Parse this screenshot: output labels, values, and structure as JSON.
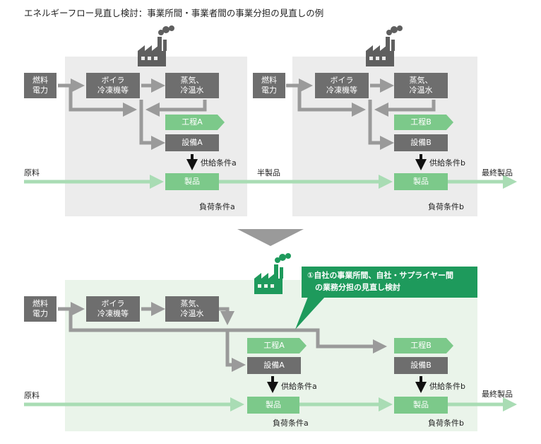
{
  "title": "エネルギーフロー見直し検討：事業所間・事業者間の事業分担の見直しの例",
  "before": {
    "left": {
      "fuel": [
        "燃料",
        "電力"
      ],
      "boiler": [
        "ボイラ",
        "冷凍機等"
      ],
      "steam": [
        "蒸気、",
        "冷温水"
      ],
      "process": "工程A",
      "equipment": "設備A",
      "supply": "供給条件a",
      "product": "製品",
      "load": "負荷条件a"
    },
    "right": {
      "fuel": [
        "燃料",
        "電力"
      ],
      "boiler": [
        "ボイラ",
        "冷凍機等"
      ],
      "steam": [
        "蒸気、",
        "冷温水"
      ],
      "process": "工程B",
      "equipment": "設備B",
      "supply": "供給条件b",
      "product": "製品",
      "load": "負荷条件b"
    },
    "raw": "原料",
    "semi": "半製品",
    "final": "最終製品"
  },
  "after": {
    "fuel": [
      "燃料",
      "電力"
    ],
    "boiler": [
      "ボイラ",
      "冷凍機等"
    ],
    "steam": [
      "蒸気、",
      "冷温水"
    ],
    "process_a": "工程A",
    "equipment_a": "設備A",
    "supply_a": "供給条件a",
    "product_a": "製品",
    "load_a": "負荷条件a",
    "process_b": "工程B",
    "equipment_b": "設備B",
    "supply_b": "供給条件b",
    "product_b": "製品",
    "load_b": "負荷条件b",
    "raw": "原料",
    "final": "最終製品",
    "callout": [
      "①自社の事業所間、自社・サプライヤー間",
      "　の業務分担の見直し検討"
    ]
  },
  "colors": {
    "panel_gray": "#ececec",
    "panel_green": "#eaf4ea",
    "box_dark": "#6e6e6e",
    "box_green": "#7cc98a",
    "arrow_gray": "#9a9a9a",
    "arrow_green": "#a9dcb4",
    "callout": "#1e9a5c",
    "big_arrow": "#9a9a9a"
  },
  "icons": [
    "factory-icon"
  ]
}
